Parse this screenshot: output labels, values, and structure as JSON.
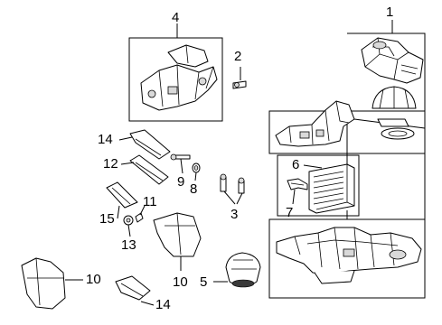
{
  "callouts": [
    {
      "id": "1",
      "label": "1"
    },
    {
      "id": "2",
      "label": "2"
    },
    {
      "id": "3",
      "label": "3"
    },
    {
      "id": "4",
      "label": "4"
    },
    {
      "id": "5",
      "label": "5"
    },
    {
      "id": "6",
      "label": "6"
    },
    {
      "id": "7",
      "label": "7"
    },
    {
      "id": "8",
      "label": "8"
    },
    {
      "id": "9",
      "label": "9"
    },
    {
      "id": "10a",
      "label": "10"
    },
    {
      "id": "10b",
      "label": "10"
    },
    {
      "id": "11",
      "label": "11"
    },
    {
      "id": "12",
      "label": "12"
    },
    {
      "id": "13",
      "label": "13"
    },
    {
      "id": "14a",
      "label": "14"
    },
    {
      "id": "14b",
      "label": "14"
    },
    {
      "id": "15",
      "label": "15"
    }
  ]
}
